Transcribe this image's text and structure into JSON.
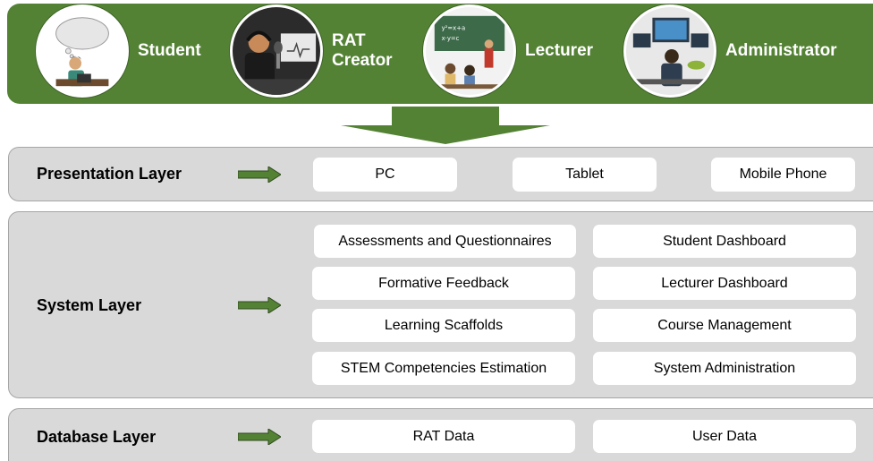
{
  "roles": [
    {
      "label": "Student",
      "icon": "student-thinking-icon"
    },
    {
      "label": "RAT\nCreator",
      "icon": "podcast-creator-icon"
    },
    {
      "label": "Lecturer",
      "icon": "classroom-lecturer-icon"
    },
    {
      "label": "Administrator",
      "icon": "admin-workstation-icon"
    }
  ],
  "colors": {
    "banner": "#548235",
    "layer_bg": "#d9d9d9",
    "arrow": "#548235"
  },
  "layers": {
    "presentation": {
      "title": "Presentation Layer",
      "items": [
        "PC",
        "Tablet",
        "Mobile Phone"
      ]
    },
    "system": {
      "title": "System Layer",
      "left_items": [
        "Assessments and Questionnaires",
        "Formative Feedback",
        "Learning Scaffolds",
        "STEM Competencies Estimation"
      ],
      "right_items": [
        "Student Dashboard",
        "Lecturer Dashboard",
        "Course Management",
        "System Administration"
      ]
    },
    "database": {
      "title": "Database Layer",
      "items": [
        "RAT Data",
        "User Data"
      ]
    }
  }
}
